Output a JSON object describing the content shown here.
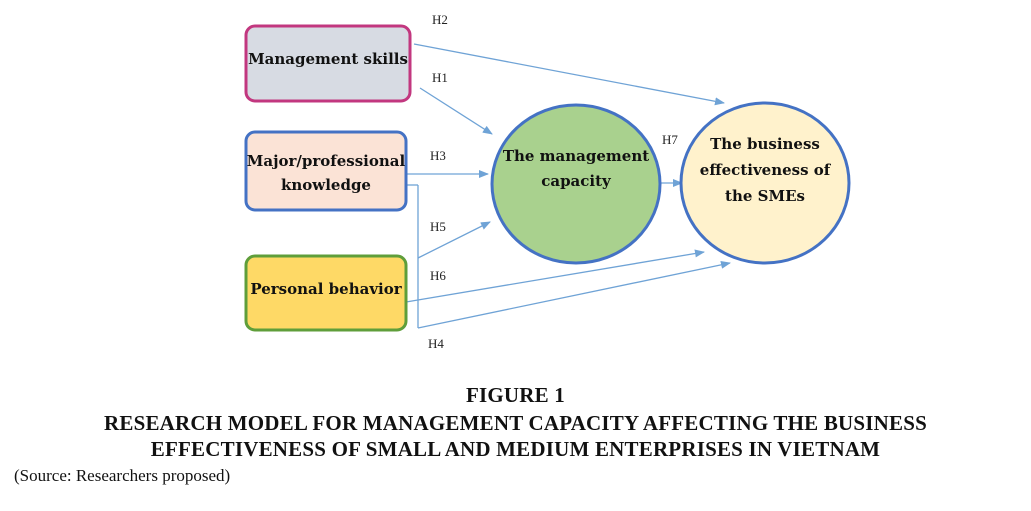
{
  "colors": {
    "arrow": "#6fa3d6",
    "management_skills_border": "#c2377f",
    "management_skills_fill": "#d7dbe3",
    "knowledge_border": "#4472c4",
    "knowledge_fill": "#fbe3d6",
    "behavior_border": "#5f9e3a",
    "behavior_fill": "#fed966",
    "capacity_border": "#4472c4",
    "capacity_fill": "#a9d18e",
    "effectiveness_border": "#4472c4",
    "effectiveness_fill": "#fff2cc"
  },
  "nodes": {
    "management_skills": {
      "lines": [
        "Management skills"
      ]
    },
    "knowledge": {
      "lines": [
        "Major/professional",
        "knowledge"
      ]
    },
    "behavior": {
      "lines": [
        "Personal behavior"
      ]
    },
    "capacity": {
      "lines": [
        "The management",
        "capacity"
      ]
    },
    "effectiveness": {
      "lines": [
        "The business",
        "effectiveness of",
        "the SMEs"
      ]
    }
  },
  "hypotheses": {
    "h1": "H1",
    "h2": "H2",
    "h3": "H3",
    "h4": "H4",
    "h5": "H5",
    "h6": "H6",
    "h7": "H7"
  },
  "caption": {
    "figure_number": "FIGURE 1",
    "title_line_1": "RESEARCH MODEL FOR MANAGEMENT CAPACITY AFFECTING THE BUSINESS",
    "title_line_2": "EFFECTIVENESS OF SMALL AND MEDIUM ENTERPRISES IN VIETNAM",
    "source": "(Source: Researchers proposed)"
  }
}
